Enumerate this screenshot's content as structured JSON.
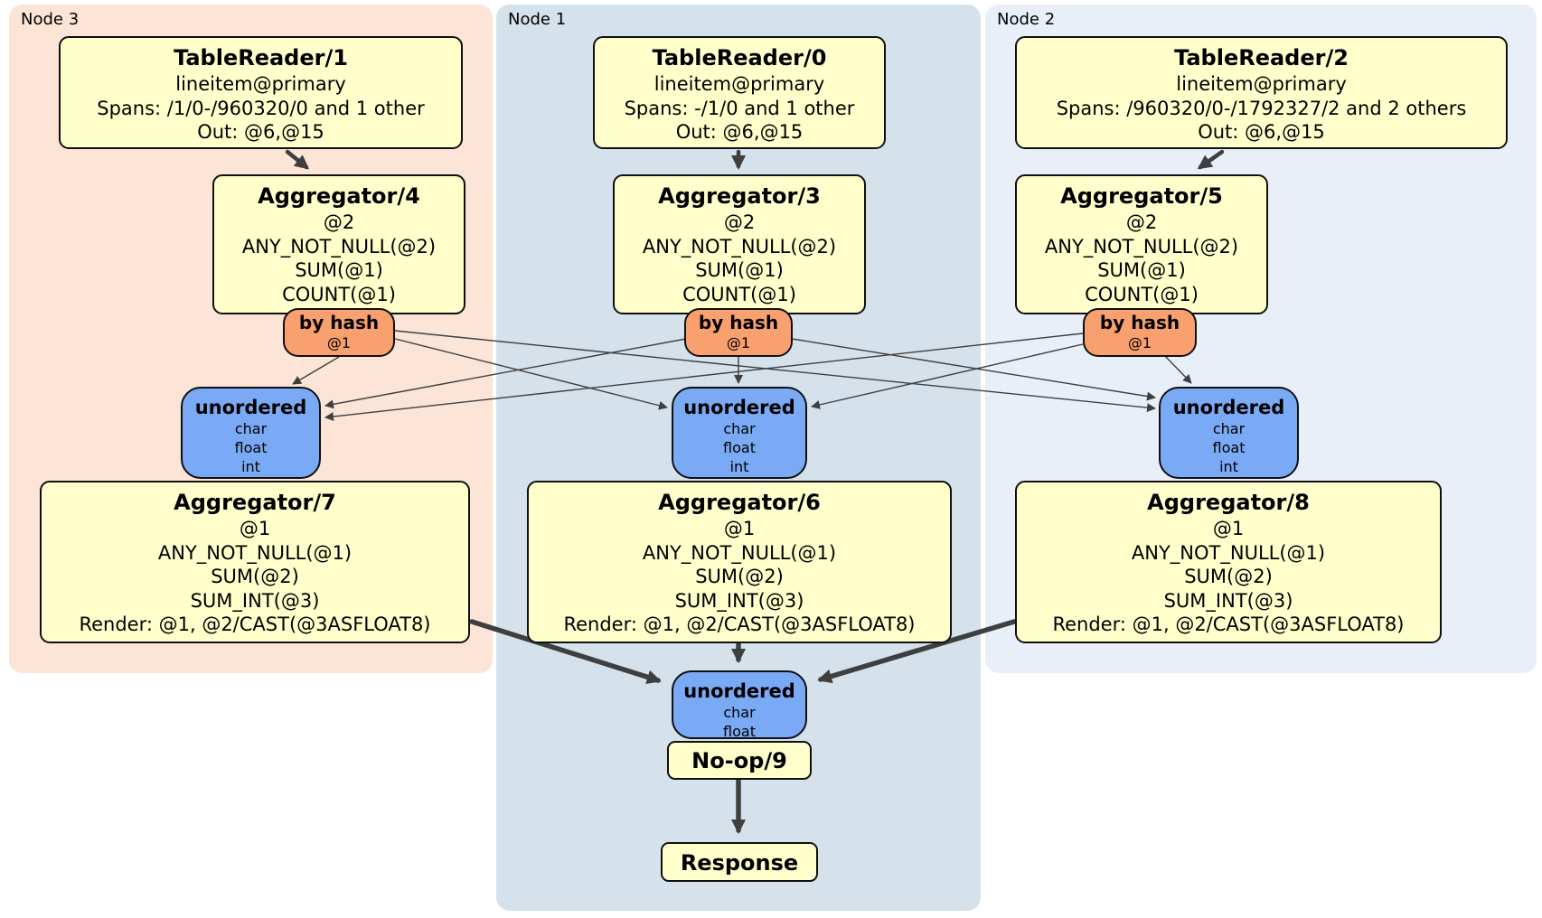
{
  "colors": {
    "node1_bg": "#d5e2ec",
    "node2_bg": "#e9eff8",
    "node3_bg": "#fce4d6",
    "processor_bg": "#ffffcc",
    "router_bg": "#f8a06e",
    "sync_bg": "#7aaaf5",
    "edge": "#3f3f3f"
  },
  "panels": {
    "node3": {
      "label": "Node 3",
      "table_reader": {
        "title": "TableReader/1",
        "lines": [
          "lineitem@primary",
          "Spans: /1/0-/960320/0 and 1 other",
          "Out: @6,@15"
        ]
      },
      "aggregator_top": {
        "title": "Aggregator/4",
        "lines": [
          "@2",
          "ANY_NOT_NULL(@2)",
          "SUM(@1)",
          "COUNT(@1)"
        ]
      },
      "router": {
        "title": "by hash",
        "detail": "@1"
      },
      "sync": {
        "title": "unordered",
        "items": [
          "char",
          "float",
          "int"
        ]
      },
      "aggregator_bottom": {
        "title": "Aggregator/7",
        "lines": [
          "@1",
          "ANY_NOT_NULL(@1)",
          "SUM(@2)",
          "SUM_INT(@3)",
          "Render: @1, @2/CAST(@3ASFLOAT8)"
        ]
      }
    },
    "node1": {
      "label": "Node 1",
      "table_reader": {
        "title": "TableReader/0",
        "lines": [
          "lineitem@primary",
          "Spans: -/1/0 and 1 other",
          "Out: @6,@15"
        ]
      },
      "aggregator_top": {
        "title": "Aggregator/3",
        "lines": [
          "@2",
          "ANY_NOT_NULL(@2)",
          "SUM(@1)",
          "COUNT(@1)"
        ]
      },
      "router": {
        "title": "by hash",
        "detail": "@1"
      },
      "sync": {
        "title": "unordered",
        "items": [
          "char",
          "float",
          "int"
        ]
      },
      "aggregator_bottom": {
        "title": "Aggregator/6",
        "lines": [
          "@1",
          "ANY_NOT_NULL(@1)",
          "SUM(@2)",
          "SUM_INT(@3)",
          "Render: @1, @2/CAST(@3ASFLOAT8)"
        ]
      },
      "final_sync": {
        "title": "unordered",
        "items": [
          "char",
          "float"
        ]
      },
      "noop": {
        "title": "No-op/9"
      },
      "response": {
        "title": "Response"
      }
    },
    "node2": {
      "label": "Node 2",
      "table_reader": {
        "title": "TableReader/2",
        "lines": [
          "lineitem@primary",
          "Spans: /960320/0-/1792327/2 and 2 others",
          "Out: @6,@15"
        ]
      },
      "aggregator_top": {
        "title": "Aggregator/5",
        "lines": [
          "@2",
          "ANY_NOT_NULL(@2)",
          "SUM(@1)",
          "COUNT(@1)"
        ]
      },
      "router": {
        "title": "by hash",
        "detail": "@1"
      },
      "sync": {
        "title": "unordered",
        "items": [
          "char",
          "float",
          "int"
        ]
      },
      "aggregator_bottom": {
        "title": "Aggregator/8",
        "lines": [
          "@1",
          "ANY_NOT_NULL(@1)",
          "SUM(@2)",
          "SUM_INT(@3)",
          "Render: @1, @2/CAST(@3ASFLOAT8)"
        ]
      }
    }
  }
}
